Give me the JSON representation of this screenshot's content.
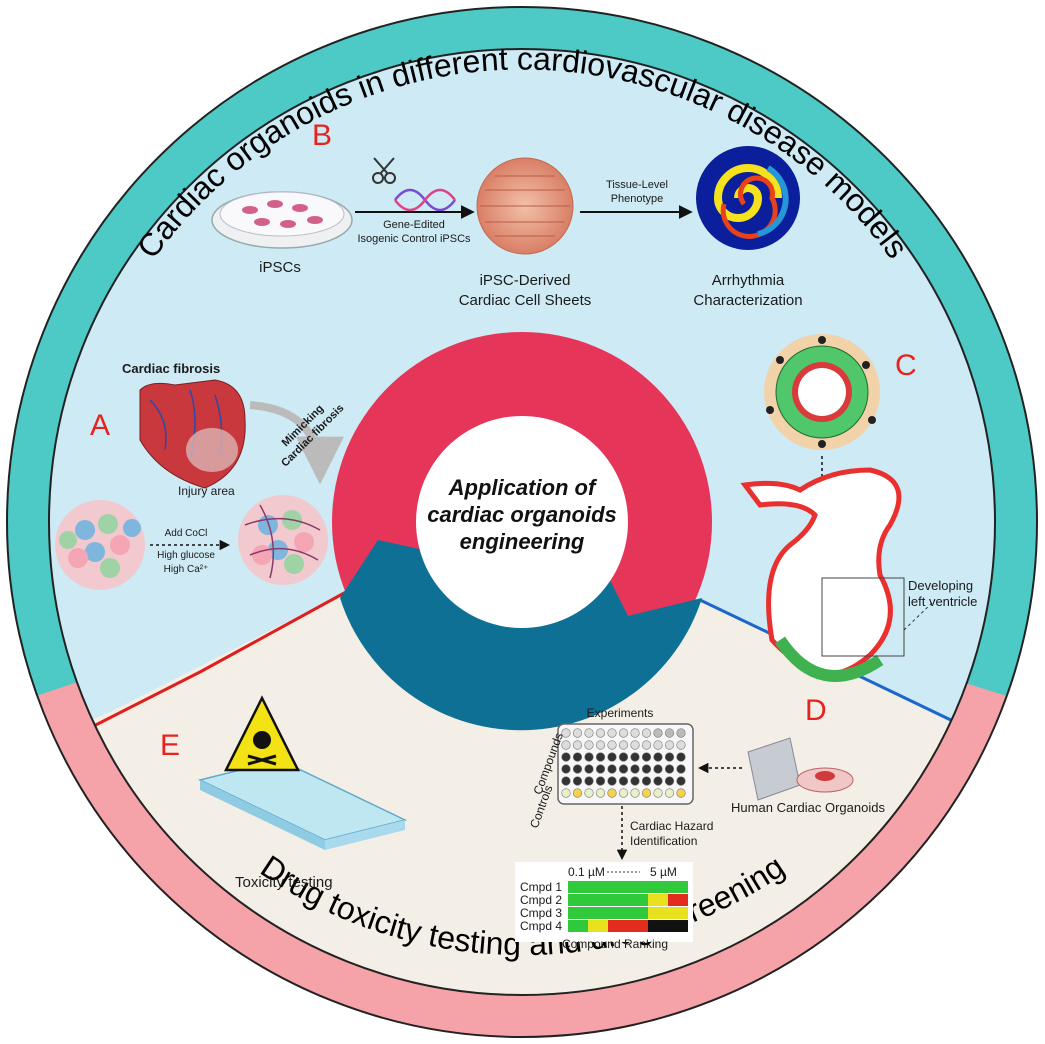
{
  "ring": {
    "top_title": "Cardiac organoids in different cardiovascular disease models",
    "bottom_title": "Drug toxicity testing and drug screening"
  },
  "center": {
    "line1": "Application of",
    "line2": "cardiac organoids",
    "line3": "engineering"
  },
  "panels": {
    "A": {
      "letter": "A",
      "heading": "Cardiac fibrosis",
      "arrow_label_1": "Mimicking",
      "arrow_label_2": "Cardiac fibrosis",
      "injury": "Injury area",
      "treatment_1": "Add CoCl",
      "treatment_2": "High glucose",
      "treatment_3": "High Ca²⁺"
    },
    "B": {
      "letter": "B",
      "ipscs": "iPSCs",
      "gene_1": "Gene-Edited",
      "gene_2": "Isogenic Control iPSCs",
      "sheet_1": "iPSC-Derived",
      "sheet_2": "Cardiac Cell Sheets",
      "tissue_1": "Tissue-Level",
      "tissue_2": "Phenotype",
      "arr_1": "Arrhythmia",
      "arr_2": "Characterization"
    },
    "C": {
      "letter": "C",
      "dev_1": "Developing",
      "dev_2": "left ventricle"
    },
    "D": {
      "letter": "D",
      "experiments": "Experiments",
      "compounds": "Compounds",
      "controls": "Controls",
      "organoids": "Human Cardiac Organoids",
      "hazard_1": "Cardiac Hazard",
      "hazard_2": "Identification",
      "conc_low": "0.1 µM",
      "conc_high": "5 µM",
      "ranking": "Compound Ranking",
      "compound_rows": [
        "Cmpd 1",
        "Cmpd 2",
        "Cmpd 3",
        "Cmpd 4"
      ]
    },
    "E": {
      "letter": "E",
      "toxicity": "Toxicity testing"
    }
  },
  "colors": {
    "teal_ring": "#4dc9c6",
    "pink_ring": "#f5a3a9",
    "light_blue": "#cdeaf5",
    "beige": "#f4efe6",
    "donut_red": "#e5365a",
    "donut_blue": "#0f7095"
  }
}
